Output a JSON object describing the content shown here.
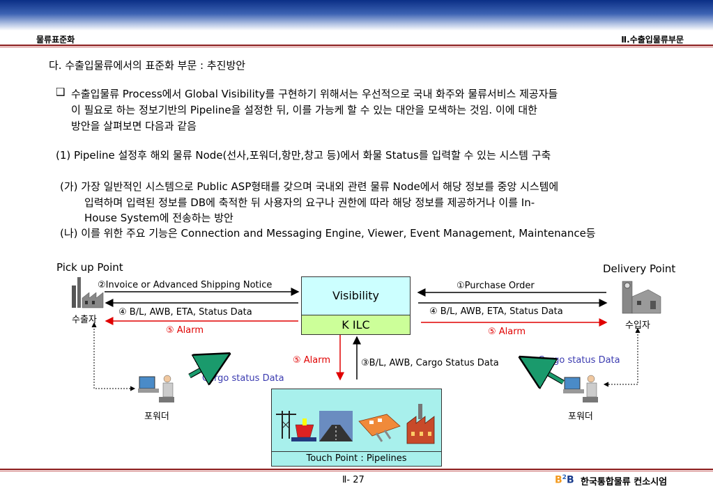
{
  "header": {
    "left": "물류표준화",
    "right": "Ⅱ.수출입물류부문"
  },
  "section_title": "다. 수출입물류에서의 표준화 부문 : 추진방안",
  "bullet": {
    "lines": [
      "수출입물류 Process에서 Global Visibility를 구현하기 위해서는 우선적으로 국내 화주와 물류서비스 제공자들",
      "이 필요로 하는 정보기반의 Pipeline을 설정한 뒤, 이를 가능케 할 수 있는 대안을 모색하는 것임. 이에 대한",
      "방안을 살펴보면 다음과 같음"
    ]
  },
  "item1": "(1) Pipeline 설정후 해외 물류 Node(선사,포워더,항만,창고 등)에서 화물 Status를 입력할 수 있는 시스템 구축",
  "item_ga": [
    "(가) 가장 일반적인 시스템으로 Public ASP형태를 갖으며 국내외 관련 물류 Node에서 해당 정보를 중앙 시스템에",
    "입력하며 입력된 정보를 DB에 축적한 뒤 사용자의 요구나 권한에 따라 해당 정보를 제공하거나 이를 In-",
    "House System에 전송하는 방안"
  ],
  "item_na": "(나) 이를 위한 주요 기능은 Connection and Messaging Engine, Viewer, Event Management, Maintenance등",
  "diagram": {
    "pickup_label": "Pick up Point",
    "delivery_label": "Delivery Point",
    "exporter": "수출자",
    "importer": "수입자",
    "forwarder_left": "포워더",
    "forwarder_right": "포워더",
    "visibility": "Visibility",
    "kilc": "K ILC",
    "touch_point": "Touch Point : Pipelines",
    "invoice": "②Invoice or Advanced Shipping Notice",
    "bl_left": "④ B/L, AWB, ETA, Status Data",
    "alarm_left": "⑤ Alarm",
    "purchase_order": "①Purchase Order",
    "bl_right": "④ B/L, AWB, ETA, Status Data",
    "alarm_right": "⑤ Alarm",
    "alarm_center": "⑤ Alarm",
    "cargo_center": "③B/L, AWB, Cargo Status Data",
    "cargo_left": "Cargo status Data",
    "cargo_right": "Cargo status Data"
  },
  "footer": {
    "page": "Ⅱ- 27",
    "org": "한국통합물류 컨소시엄",
    "logo": "B2B"
  },
  "colors": {
    "alarm": "#e00000",
    "cargo_text": "#3b3bb0",
    "visibility_fill": "#ccffff",
    "kilc_fill": "#ccff99",
    "touch_fill": "#a8f0ec"
  }
}
